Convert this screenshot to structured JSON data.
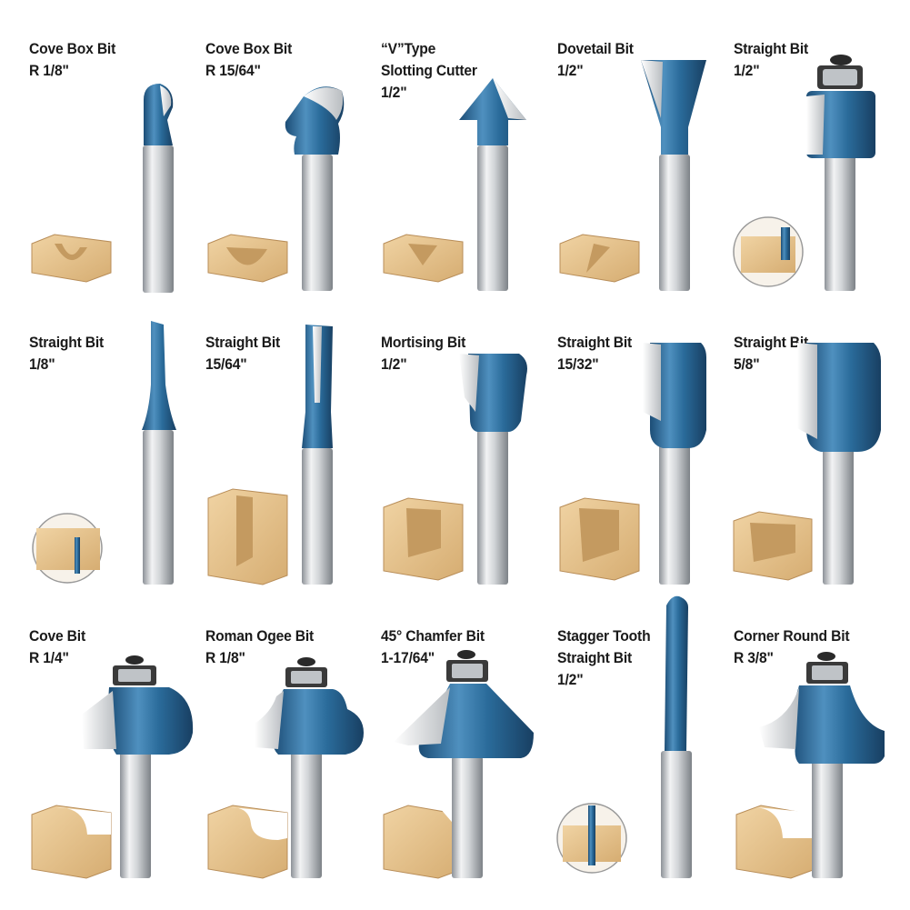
{
  "colors": {
    "bit_blue": "#2a6b9a",
    "bit_blue_dark": "#1d4f78",
    "bit_blue_light": "#5b9cc7",
    "shank_steel": "#c9ccd0",
    "wood": "#e6c48f",
    "wood_dark": "#c9a06a",
    "carbide": "#e8eaec",
    "bearing_black": "#2a2a2a"
  },
  "items": [
    {
      "title": "Cove Box Bit",
      "size": "R 1/8\""
    },
    {
      "title": "Cove Box Bit",
      "size": "R 15/64\""
    },
    {
      "title": "“V”Type",
      "title2": "Slotting Cutter",
      "size": "1/2\""
    },
    {
      "title": "Dovetail Bit",
      "size": "1/2\""
    },
    {
      "title": "Straight Bit",
      "size": "1/2\""
    },
    {
      "title": "Straight Bit",
      "size": "1/8\""
    },
    {
      "title": "Straight Bit",
      "size": "15/64\""
    },
    {
      "title": "Mortising Bit",
      "size": "1/2\""
    },
    {
      "title": "Straight Bit",
      "size": "15/32\""
    },
    {
      "title": "Straight Bit",
      "size": "5/8\""
    },
    {
      "title": "Cove Bit",
      "size": "R 1/4\""
    },
    {
      "title": "Roman Ogee Bit",
      "size": "R 1/8\""
    },
    {
      "title": "45° Chamfer Bit",
      "size": "1-17/64\""
    },
    {
      "title": "Stagger Tooth",
      "title2": "Straight Bit",
      "size": "1/2\""
    },
    {
      "title": "Corner Round Bit",
      "size": "R 3/8\""
    }
  ]
}
